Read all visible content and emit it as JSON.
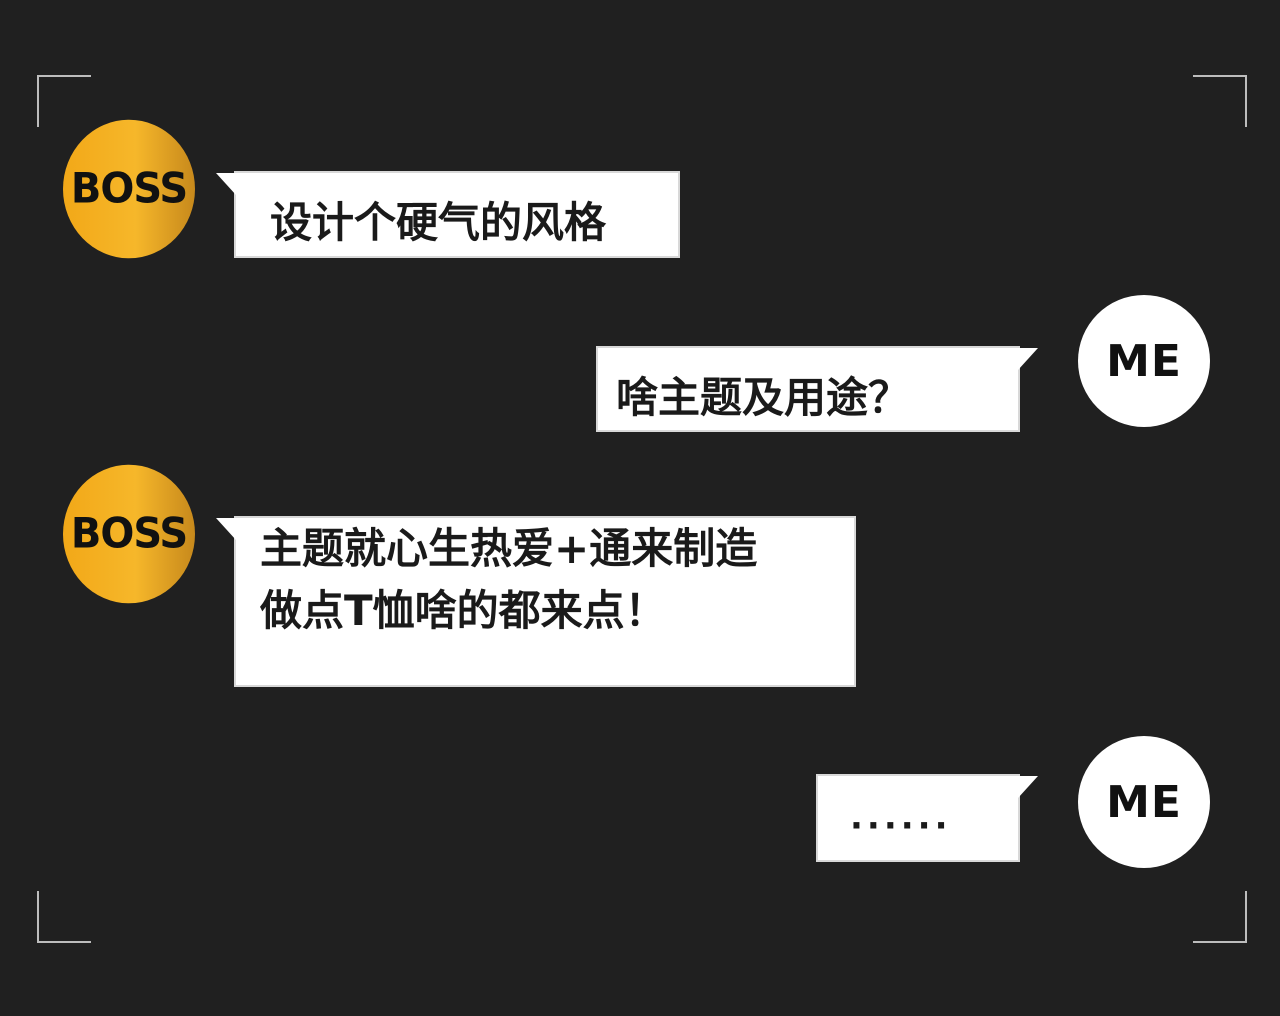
{
  "colors": {
    "background": "#202020",
    "boss_avatar": "#f2a818",
    "me_avatar": "#ffffff",
    "bubble": "#ffffff",
    "text": "#1a1a1a",
    "frame_corner": "#bdbdbd"
  },
  "conversation": [
    {
      "speaker": "BOSS",
      "avatar_label": "BOSS",
      "lines": [
        "设计个硬气的风格"
      ]
    },
    {
      "speaker": "ME",
      "avatar_label": "ME",
      "lines": [
        "啥主题及用途？"
      ]
    },
    {
      "speaker": "BOSS",
      "avatar_label": "BOSS",
      "lines": [
        "主题就心生热爱+通来制造",
        "做点T恤啥的都来点！"
      ]
    },
    {
      "speaker": "ME",
      "avatar_label": "ME",
      "lines": [
        "······"
      ]
    }
  ]
}
